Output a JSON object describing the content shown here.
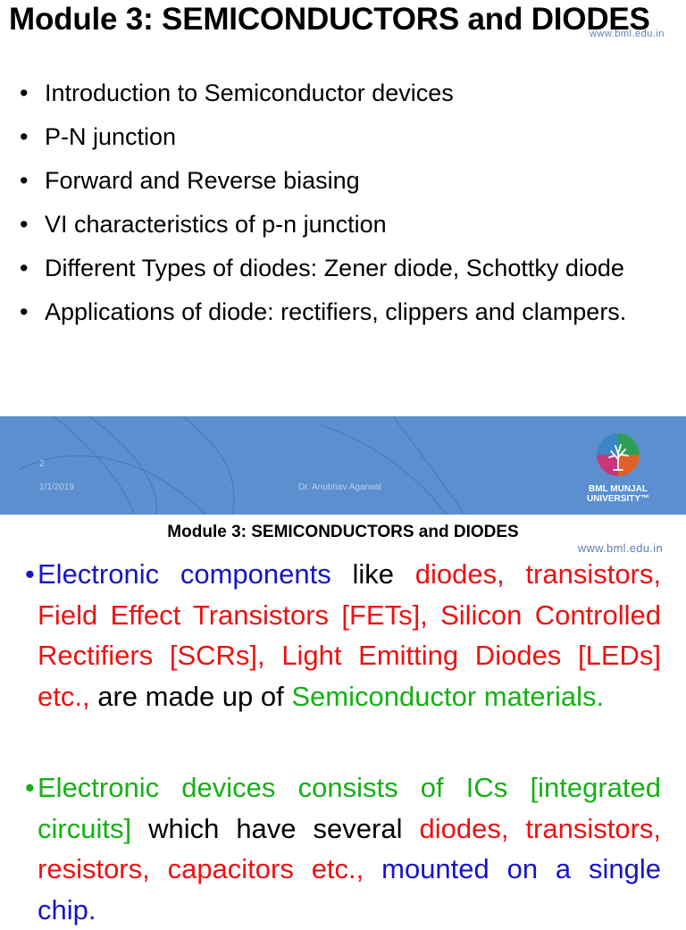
{
  "slide1": {
    "title": "Module 3: SEMICONDUCTORS and DIODES",
    "url": "www.bml.edu.in",
    "bullets": [
      "Introduction to Semiconductor devices",
      "P-N junction",
      "Forward and Reverse biasing",
      "VI characteristics of p-n junction",
      "Different Types of diodes: Zener diode, Schottky diode",
      "Applications of diode: rectifiers, clippers and clampers."
    ]
  },
  "footer": {
    "page_number": "2",
    "date": "1/1/2019",
    "author": "Dr. Anubhav Agarwal",
    "logo_line1": "BML MUNJAL",
    "logo_line2": "UNIVERSITY™"
  },
  "slide2": {
    "title": "Module 3: SEMICONDUCTORS and DIODES",
    "url": "www.bml.edu.in",
    "p1": {
      "bullet": "•",
      "w1": "Electronic",
      "w2": "components",
      "w3": "like",
      "w4": "diodes, transistors, Field Effect Transistors [FETs], Silicon Controlled Rectifiers [SCRs], Light Emitting Diodes [LEDs] etc.,",
      "w5": "are made up of",
      "w6": "Semiconductor materials."
    },
    "p2": {
      "bullet": "•",
      "w1": "Electronic devices consists of ICs [integrated circuits]",
      "w2": "which have several",
      "w3": "diodes, transistors, resistors, capacitors etc.,",
      "w4": "mounted on a single chip."
    }
  },
  "colors": {
    "band": "#5b8fd0",
    "blue_text": "#1515c8",
    "red_text": "#ee1111",
    "green_text": "#15b015",
    "url_text": "#5b7fb8"
  }
}
